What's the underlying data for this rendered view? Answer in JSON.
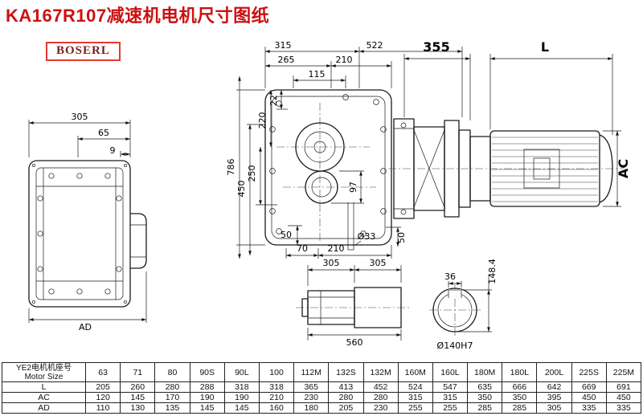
{
  "title": "KA167R107减速机电机尺寸图纸",
  "brand": "BOSERL",
  "colors": {
    "title_red": "#cc1111",
    "brand_border_red": "#e43a2e",
    "brand_text_red": "#7b1f1f",
    "line_black": "#1a1a1a"
  },
  "dims": {
    "left_305": "305",
    "left_65": "65",
    "left_9": "9",
    "left_ad": "AD",
    "front_315": "315",
    "front_522": "522",
    "front_265": "265",
    "front_210": "210",
    "front_115": "115",
    "front_22": "22",
    "front_220": "220",
    "front_250": "250",
    "front_450": "450",
    "front_786": "786",
    "front_97": "97",
    "front_50_left": "50",
    "front_70": "70",
    "front_210_bottom": "210",
    "front_d33": "Ø33",
    "front_50_right": "50",
    "motor_355": "355",
    "motor_l": "L",
    "motor_ac": "AC",
    "shaft_305_a": "305",
    "shaft_305_b": "305",
    "shaft_560": "560",
    "end_36": "36",
    "end_148_4": "148.4",
    "end_d140": "Ø140H7"
  },
  "table": {
    "header_cn": "YE2电机机座号",
    "header_en": "Motor Size",
    "columns": [
      "63",
      "71",
      "80",
      "90S",
      "90L",
      "100",
      "112M",
      "132S",
      "132M",
      "160M",
      "160L",
      "180M",
      "180L",
      "200L",
      "225S",
      "225M"
    ],
    "rows": [
      {
        "label": "L",
        "values": [
          "205",
          "260",
          "280",
          "288",
          "318",
          "318",
          "365",
          "413",
          "452",
          "524",
          "547",
          "635",
          "666",
          "642",
          "669",
          "691"
        ]
      },
      {
        "label": "AC",
        "values": [
          "120",
          "145",
          "170",
          "190",
          "190",
          "210",
          "230",
          "280",
          "280",
          "315",
          "315",
          "350",
          "350",
          "395",
          "450",
          "450"
        ]
      },
      {
        "label": "AD",
        "values": [
          "110",
          "130",
          "135",
          "145",
          "145",
          "160",
          "180",
          "205",
          "230",
          "255",
          "255",
          "285",
          "285",
          "305",
          "335",
          "335"
        ]
      }
    ]
  }
}
